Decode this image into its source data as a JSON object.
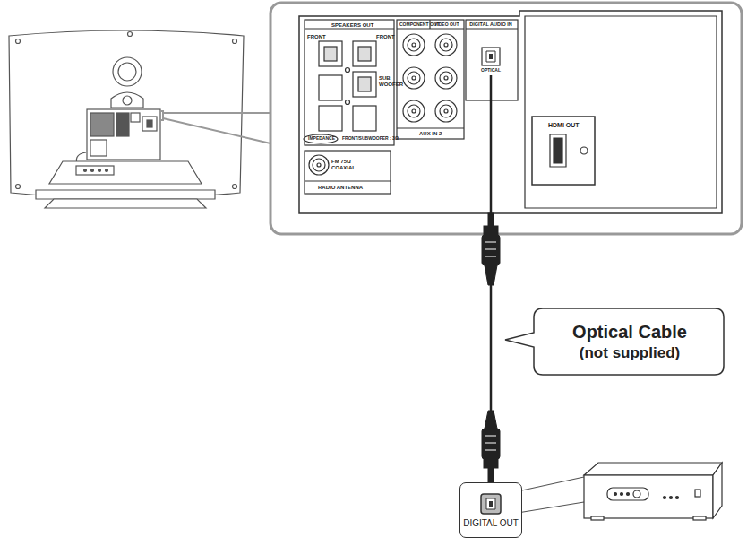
{
  "diagram": {
    "nodes": [
      {
        "text": [
          "DIGITAL AUDIO IN",
          "OPTICAL"
        ]
      },
      {
        "text": [
          "DIGITAL OUT"
        ]
      },
      {
        "text": [
          "Optical Cable",
          "(not supplied)"
        ]
      }
    ],
    "edges": [
      {
        "from": 0,
        "to": 1,
        "arrow": "none"
      }
    ],
    "labels": [
      "SPEAKERS OUT",
      "FRONT",
      "FRONT",
      "SUB WOOFER",
      "IMPEDANCE",
      "FRONT/SUBWOOFER : 3Ω",
      "COMPONENT OUT",
      "VIDEO OUT",
      "AUX IN 2",
      "FM 75Ω COAXIAL",
      "RADIO ANTENNA",
      "HDMI OUT"
    ]
  }
}
